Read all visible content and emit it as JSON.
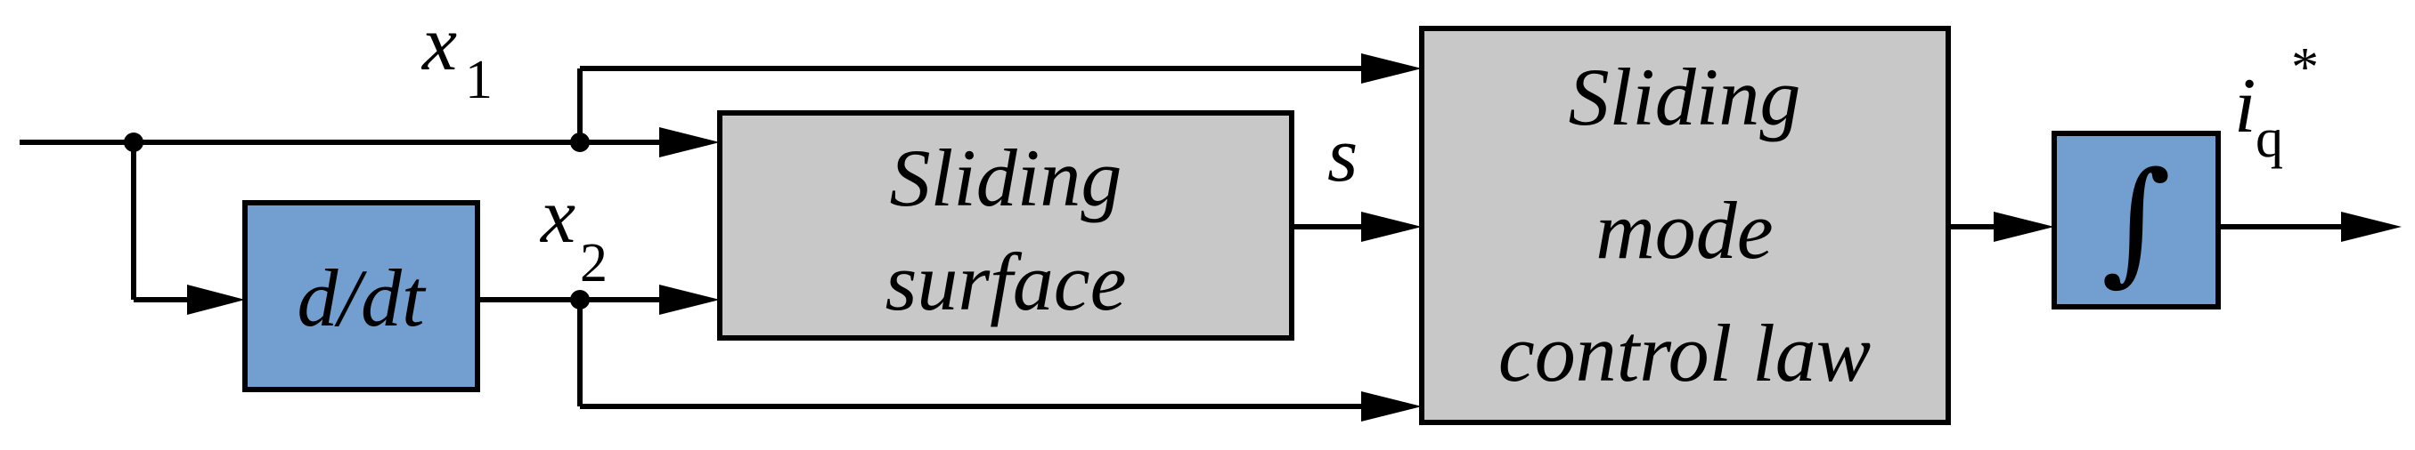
{
  "blocks": {
    "derivative": {
      "label": "d/dt",
      "color": "#729fcf"
    },
    "sliding_surface": {
      "line1": "Sliding",
      "line2": "surface",
      "color": "#c8c8c8"
    },
    "control_law": {
      "line1": "Sliding",
      "line2": "mode",
      "line3": "control law",
      "color": "#c8c8c8"
    },
    "integrator": {
      "symbol": "∫",
      "color": "#729fcf"
    }
  },
  "signals": {
    "x1": {
      "base": "x",
      "sub": "1"
    },
    "x2": {
      "base": "x",
      "sub": "2"
    },
    "s": {
      "label": "s"
    },
    "output": {
      "base": "i",
      "sub": "q",
      "sup": "*"
    }
  }
}
